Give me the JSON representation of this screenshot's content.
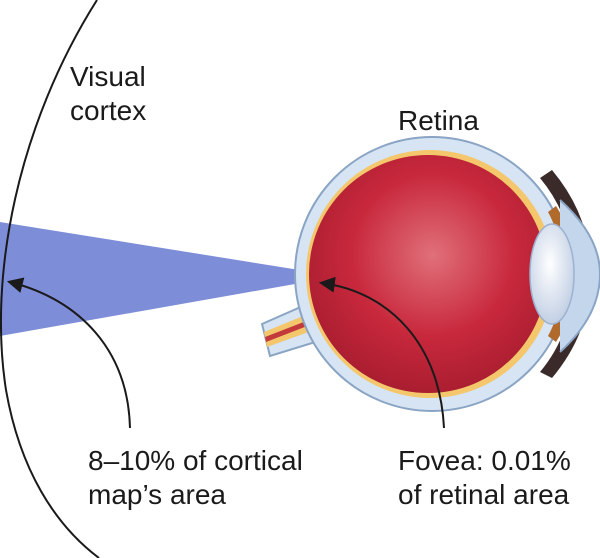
{
  "labels": {
    "visual_cortex": [
      "Visual",
      "cortex"
    ],
    "retina": "Retina",
    "cortical_caption": [
      "8–10% of cortical",
      "map’s area"
    ],
    "fovea_caption": [
      "Fovea: 0.01%",
      "of retinal area"
    ]
  },
  "colors": {
    "projection_wedge": "#7d8dd8",
    "eyeball": "#c8283c",
    "eyeball_highlight": "#e0707a",
    "sclera": "#d6e4f4",
    "sclera_outline": "#8aa4c4",
    "choroid_layer": "#f4c76c",
    "lens": "#dde6f2",
    "iris": "#b06a2c",
    "optic_nerve": "#c23a3a",
    "cortex_line": "#1a1a1a",
    "arrow": "#1a1a1a"
  },
  "quantities": {
    "cortical_map_area_percent": "8–10",
    "fovea_retinal_area_percent": 0.01
  }
}
